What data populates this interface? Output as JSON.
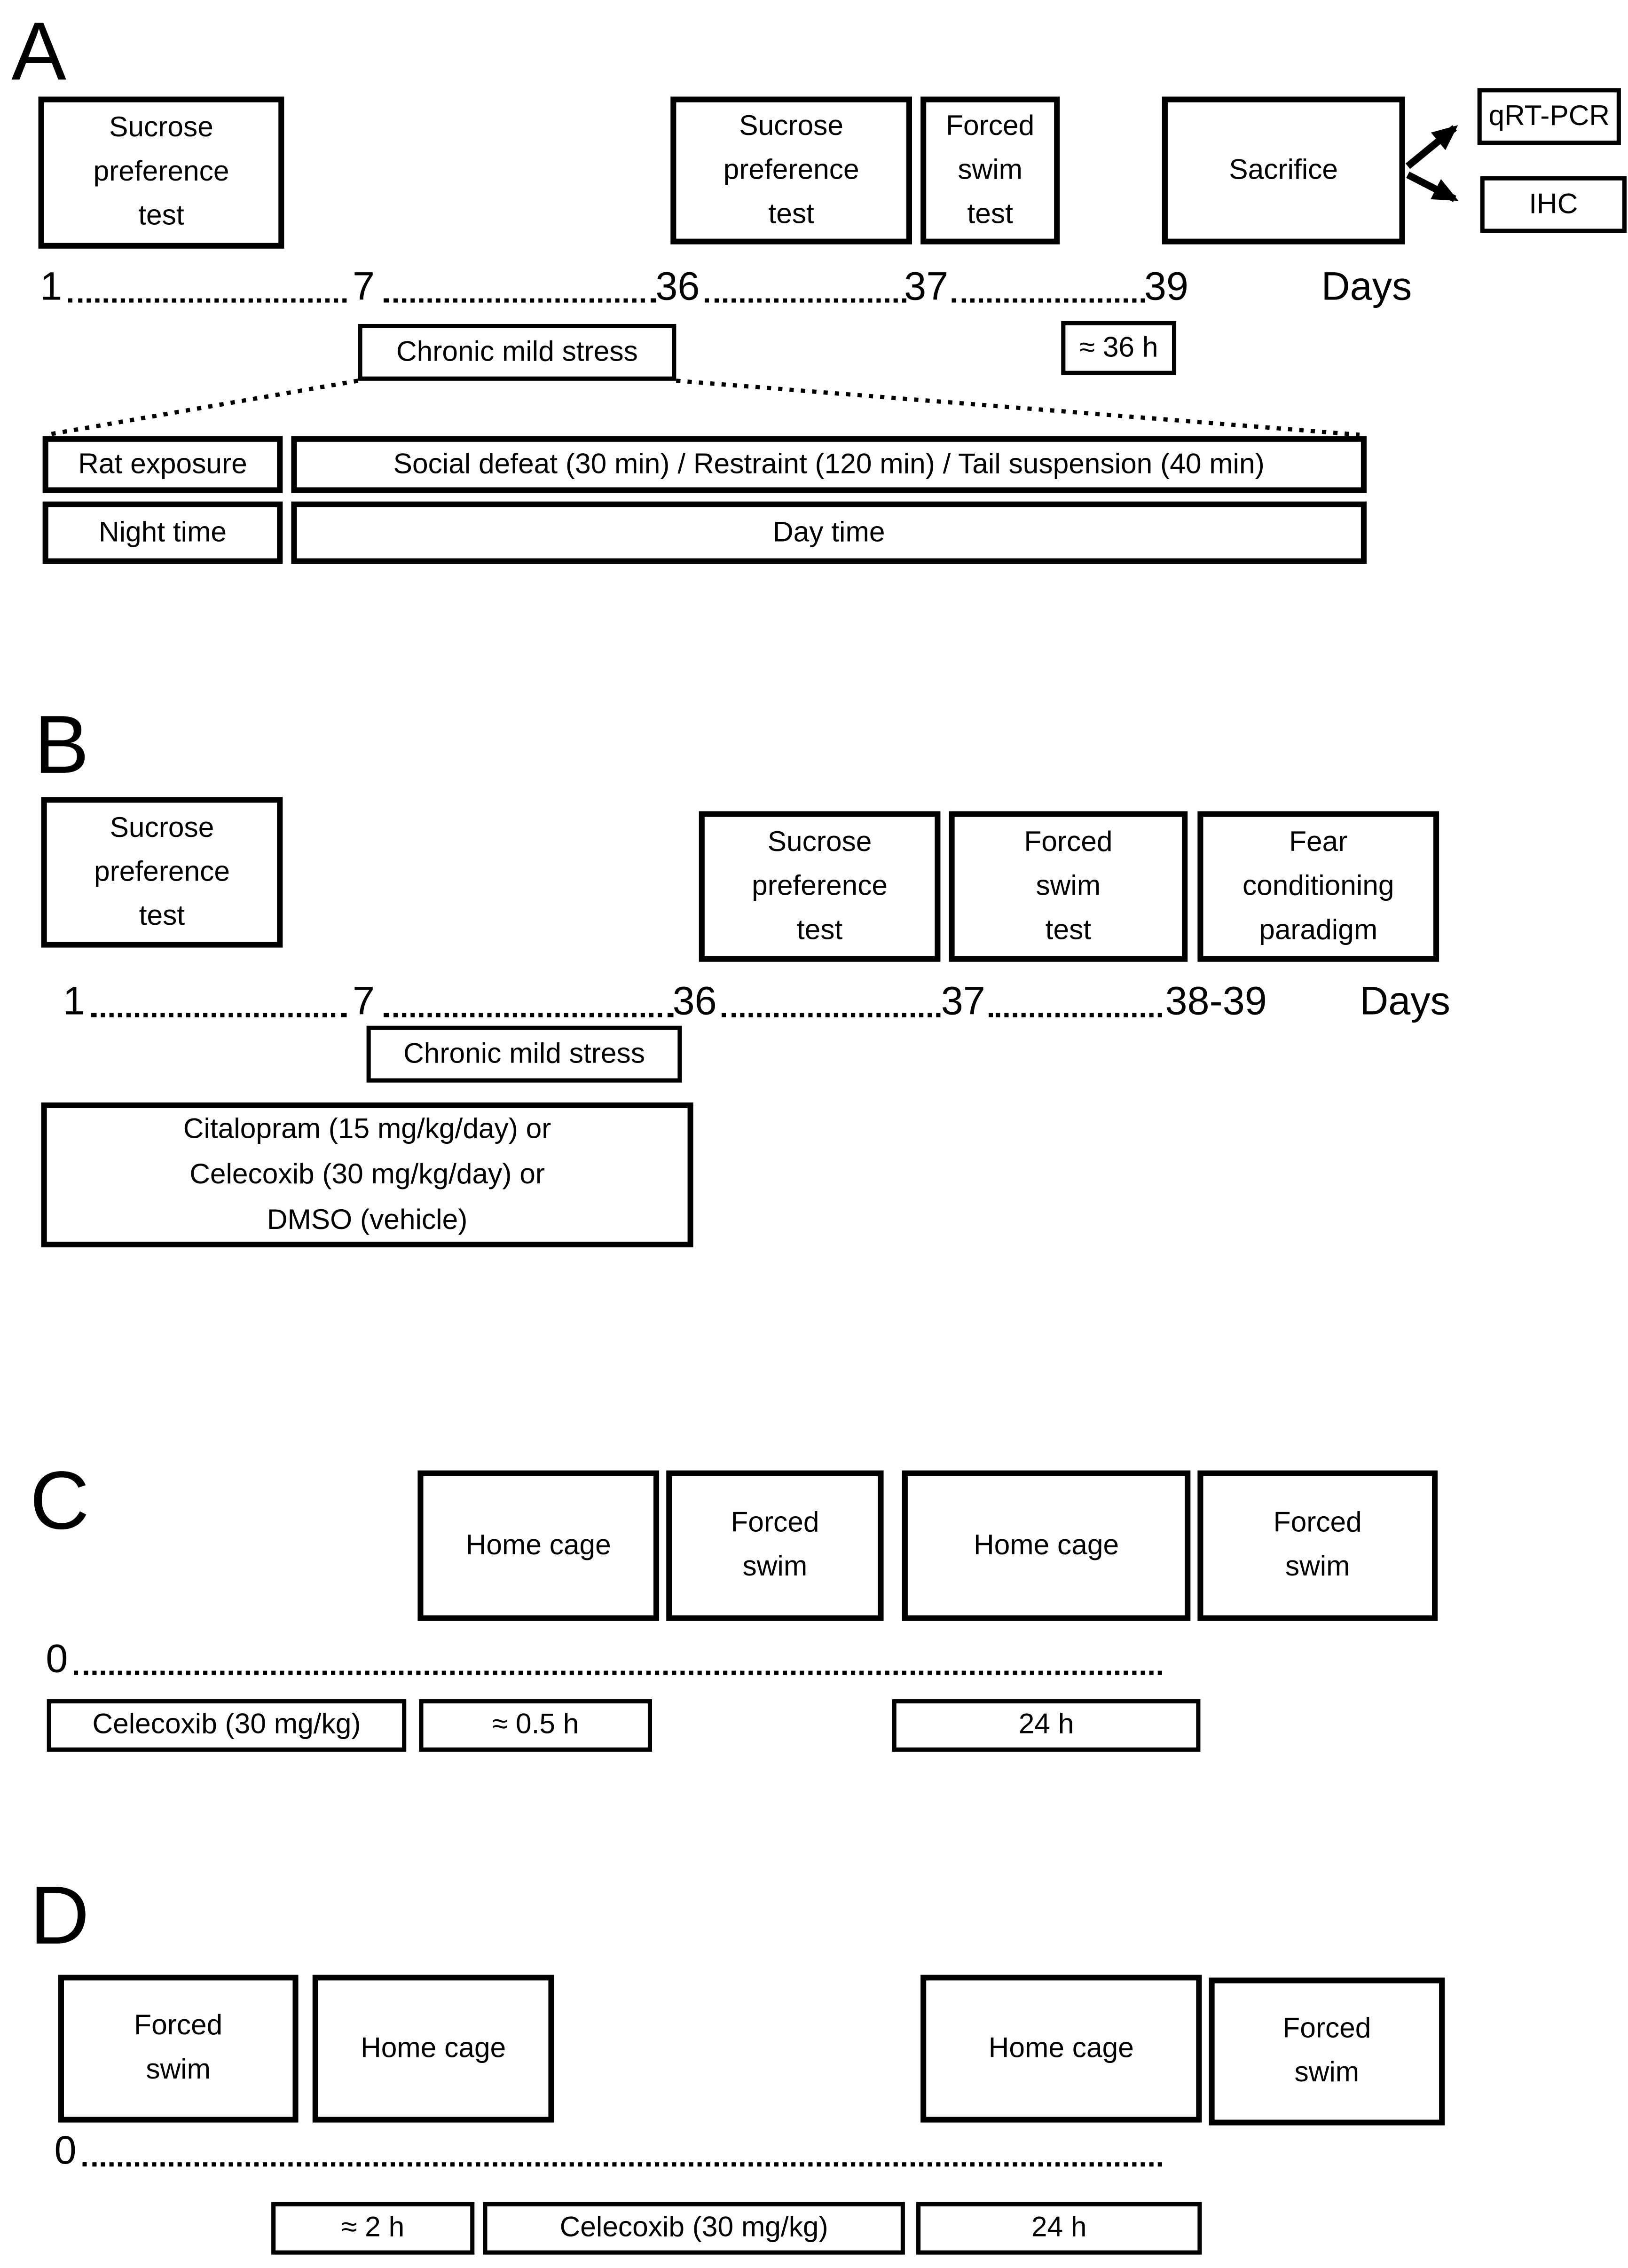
{
  "panel_a": {
    "label": "A",
    "boxes": {
      "spt1": "Sucrose\npreference\ntest",
      "spt2": "Sucrose\npreference\ntest",
      "fst": "Forced\nswim\ntest",
      "sacrifice": "Sacrifice",
      "qrtpcr": "qRT-PCR",
      "ihc": "IHC"
    },
    "timeline": {
      "ticks": [
        "1",
        "7",
        "36",
        "37",
        "39"
      ],
      "unit": "Days"
    },
    "cms_label": "Chronic mild stress",
    "duration_label": "≈ 36 h",
    "stress_detail": {
      "night_stressor": "Rat exposure",
      "day_stressors": "Social defeat (30 min) /  Restraint (120 min) / Tail suspension (40 min)",
      "night_period": "Night time",
      "day_period": "Day time"
    }
  },
  "panel_b": {
    "label": "B",
    "boxes": {
      "spt1": "Sucrose\npreference\ntest",
      "spt2": "Sucrose\npreference\ntest",
      "fst": "Forced\nswim\ntest",
      "fear": "Fear\nconditioning\nparadigm"
    },
    "timeline": {
      "ticks": [
        "1",
        "7",
        "36",
        "37",
        "38-39"
      ],
      "unit": "Days"
    },
    "cms_label": "Chronic mild stress",
    "treatment": "Citalopram (15 mg/kg/day) or\nCelecoxib (30 mg/kg/day) or\nDMSO (vehicle)"
  },
  "panel_c": {
    "label": "C",
    "boxes": {
      "home1": "Home cage",
      "swim1": "Forced\nswim",
      "home2": "Home cage",
      "swim2": "Forced\nswim"
    },
    "timeline": {
      "ticks": [
        "0"
      ]
    },
    "annotations": {
      "drug": "Celecoxib (30 mg/kg)",
      "interval1": "≈ 0.5 h",
      "interval2": "24 h"
    }
  },
  "panel_d": {
    "label": "D",
    "boxes": {
      "swim1": "Forced\nswim",
      "home1": "Home cage",
      "home2": "Home cage",
      "swim2": "Forced\nswim"
    },
    "timeline": {
      "ticks": [
        "0"
      ]
    },
    "annotations": {
      "interval1": "≈ 2 h",
      "drug": "Celecoxib (30 mg/kg)",
      "interval2": "24 h"
    }
  }
}
